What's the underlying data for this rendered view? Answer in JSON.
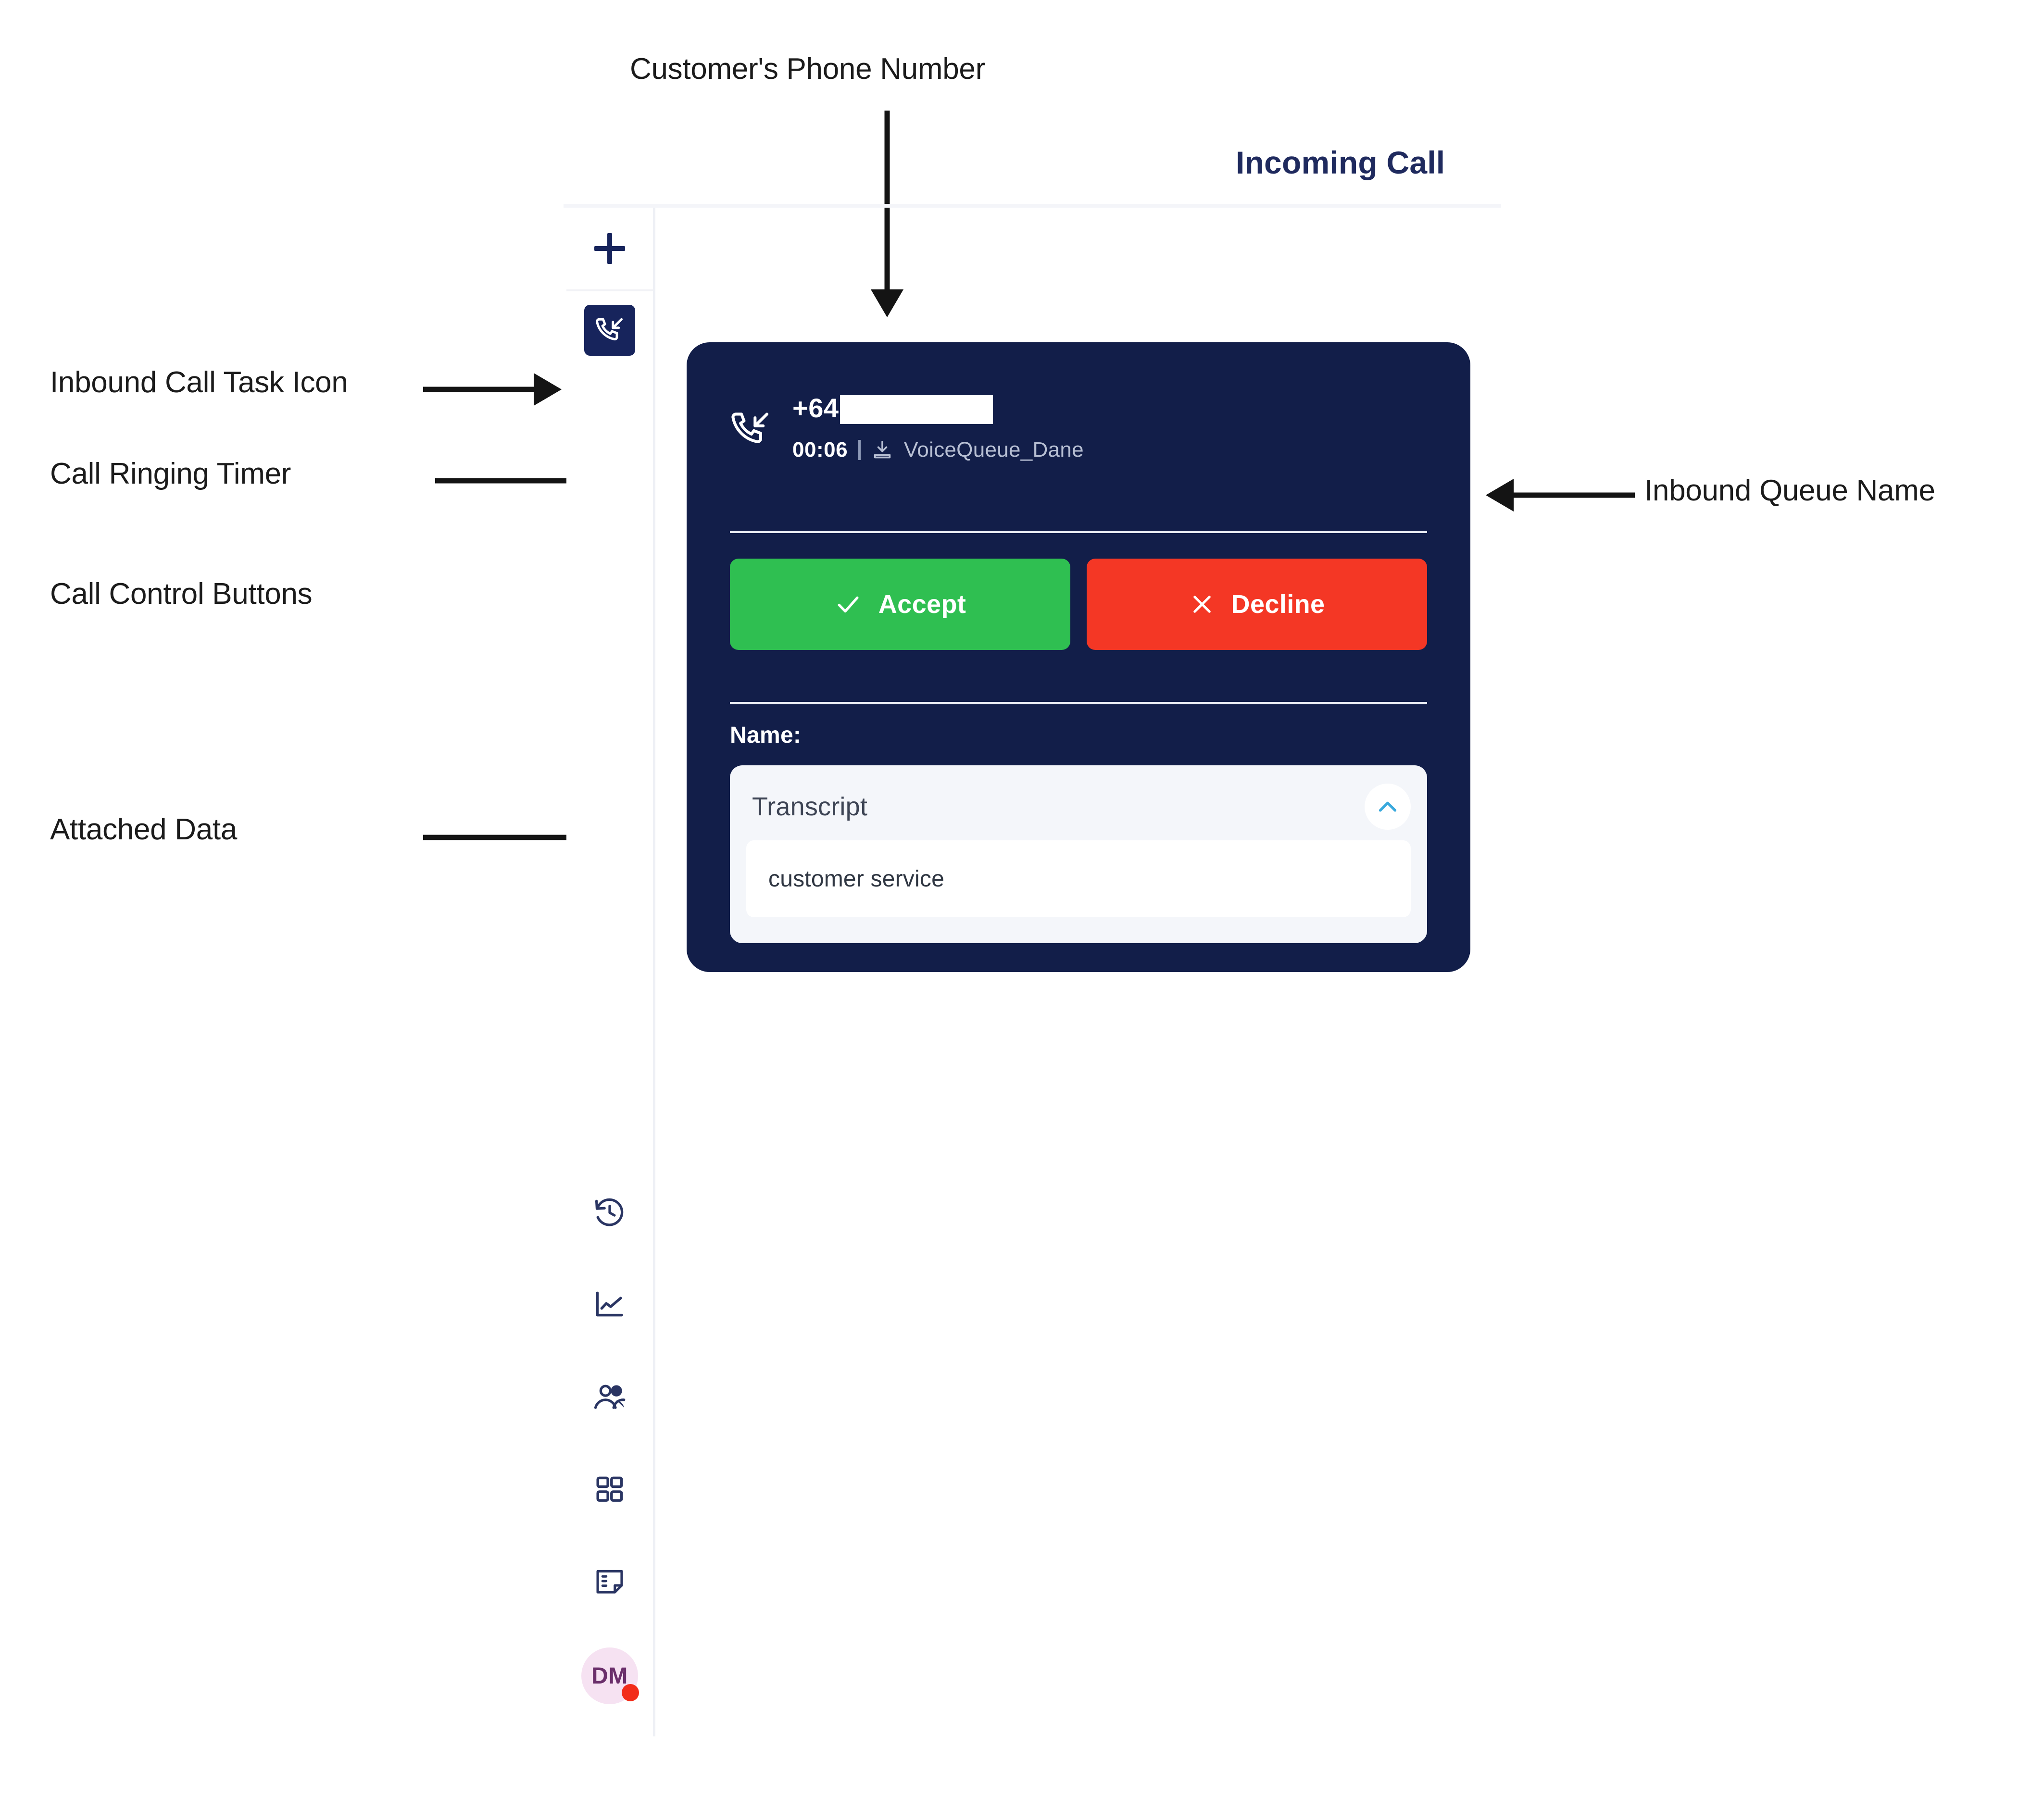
{
  "annotations": [
    {
      "id": "customers-phone-number",
      "label": "Customer's Phone Number"
    },
    {
      "id": "inbound-call-task-icon",
      "label": "Inbound Call Task Icon"
    },
    {
      "id": "call-ringing-timer",
      "label": "Call Ringing Timer"
    },
    {
      "id": "call-control-buttons",
      "label": "Call Control Buttons"
    },
    {
      "id": "attached-data",
      "label": "Attached Data"
    },
    {
      "id": "inbound-queue-name",
      "label": "Inbound Queue Name"
    }
  ],
  "header": {
    "title": "Incoming Call"
  },
  "sidebar": {
    "add_task_icon": "plus-icon",
    "active_task_icon": "inbound-call-icon",
    "nav_items": [
      {
        "icon": "history-icon",
        "name": "history"
      },
      {
        "icon": "line-chart-icon",
        "name": "insights"
      },
      {
        "icon": "contacts-icon",
        "name": "contacts"
      },
      {
        "icon": "grid-apps-icon",
        "name": "apps"
      },
      {
        "icon": "notes-icon",
        "name": "notes"
      }
    ],
    "avatar": {
      "initials": "DM",
      "status": "busy",
      "status_color": "#f22d1a",
      "background_color": "#f6e2f2"
    }
  },
  "call_card": {
    "direction_icon": "inbound-call-icon",
    "phone_number": "+64",
    "phone_number_redacted": true,
    "ringing_timer": "00:06",
    "queue_icon": "download-queue-icon",
    "queue_name": "VoiceQueue_Dane",
    "buttons": {
      "accept": {
        "label": "Accept",
        "icon": "check-icon",
        "color": "#2fbf51"
      },
      "decline": {
        "label": "Decline",
        "icon": "close-icon",
        "color": "#f43725"
      }
    },
    "attached_data": {
      "name_label": "Name:",
      "name_value": "",
      "transcript": {
        "title": "Transcript",
        "toggle_icon": "chevron-up-icon",
        "toggle_color": "#39a9dd",
        "value": "customer service"
      }
    },
    "background_color": "#121e49"
  }
}
